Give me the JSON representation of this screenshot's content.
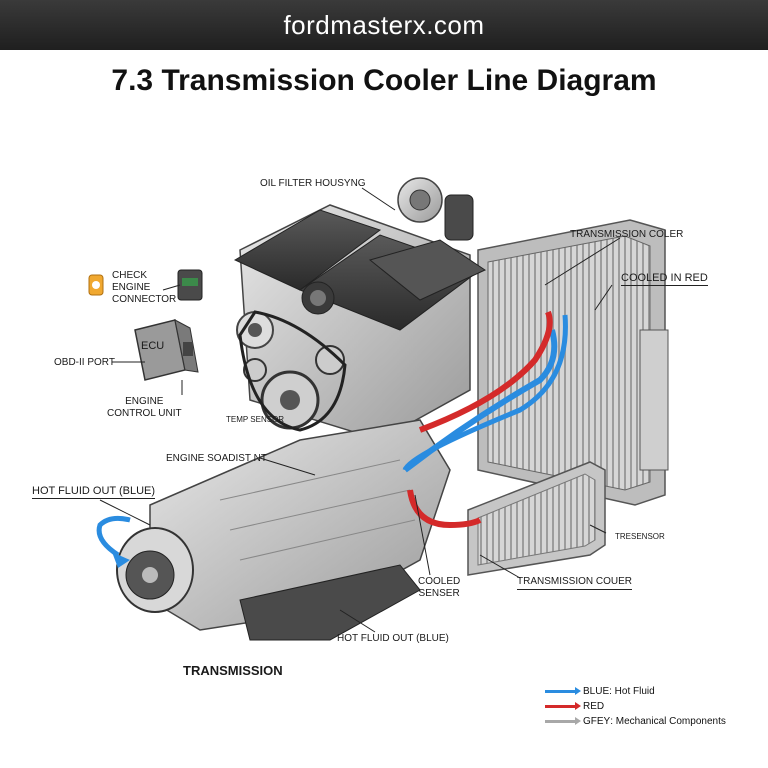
{
  "banner": "fordmasterx.com",
  "title": "7.3 Transmission Cooler Line Diagram",
  "labels": {
    "oil_filter_housing": "OIL FILTER HOUSYNG",
    "check_engine": "CHECK\nENGINE\nCONNECTOR",
    "ecu": "ECU",
    "obd_port": "OBD-II PORT",
    "engine_control_unit": "ENGINE\nCONTROL UNIT",
    "temp_sensor": "TEMP SENSOR",
    "engine_soadist": "ENGINE SOADIST NT",
    "hot_fluid_out_prefix": "HOT FLUID OUT (",
    "hot_fluid_out_blue": "BLUE",
    "hot_fluid_out_suffix": ")",
    "transmission_coler": "TRANSMISSION COLER",
    "cooled_in_red": "COOLED IN RED",
    "tresensor": "TRESENSOR",
    "cooled_senser": "COOLED\nSENSER",
    "transmission_couer": "TRANSMISSION COUER",
    "hot_fluid_out_blue_bottom": "HOT FLUID OUT (BLUE)",
    "transmission": "TRANSMISSION"
  },
  "legend": [
    {
      "name": "BLUE",
      "text": ": Hot Fluid",
      "color": "#2a8ce0"
    },
    {
      "name": "RED",
      "text": "",
      "color": "#d42a2a"
    },
    {
      "name": "GFEY",
      "text": ": Mechanical Components",
      "color": "#a8a8a8"
    }
  ],
  "colors": {
    "hot": "#2a8ce0",
    "cooled": "#d42a2a",
    "metal": "#a8a8a8",
    "dark": "#3b3b3b"
  }
}
